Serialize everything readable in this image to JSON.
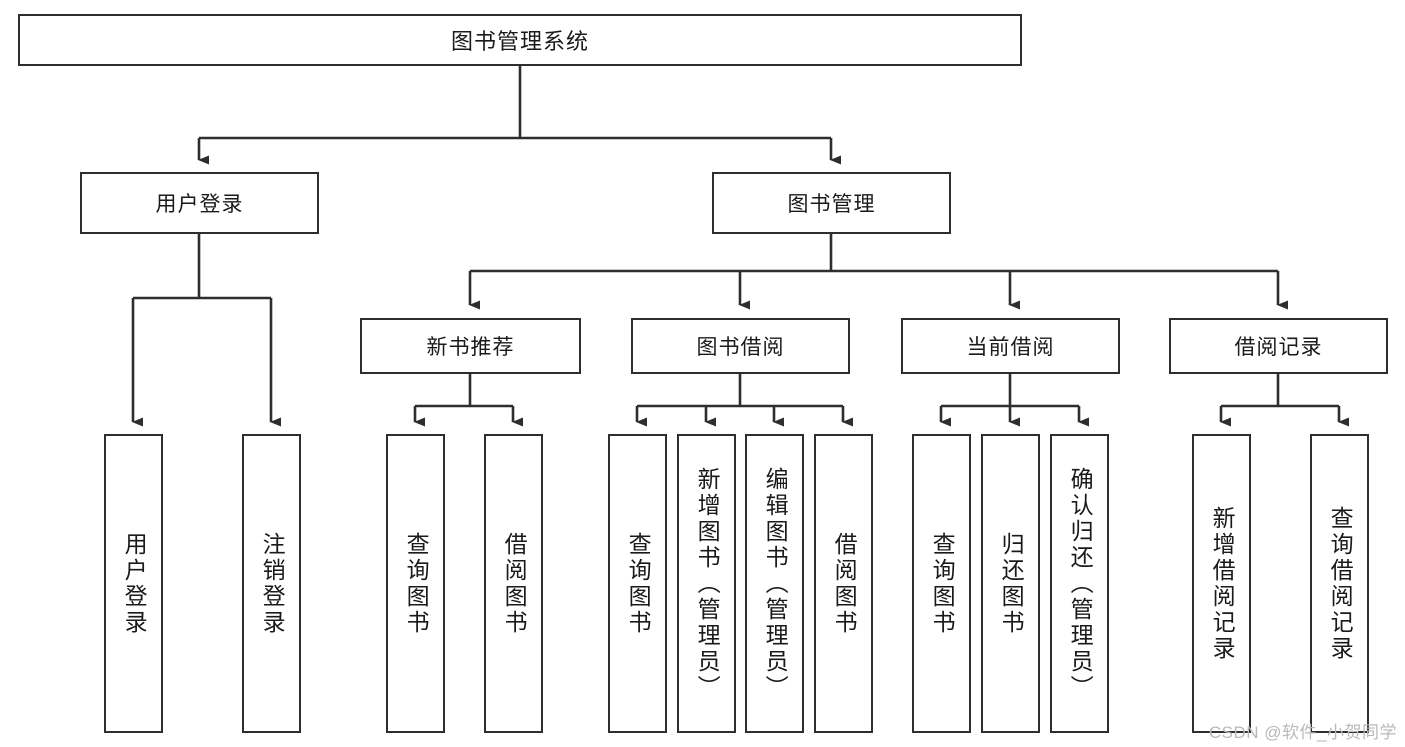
{
  "diagram": {
    "title": "图书管理系统",
    "type": "tree",
    "style": {
      "box_fill": "#ffffff",
      "box_stroke": "#2e2e2e",
      "text_color": "#1a1a1a",
      "watermark_color": "#b9b9b9"
    },
    "root": {
      "label": "图书管理系统"
    },
    "level2": [
      {
        "id": "user-login",
        "label": "用户登录"
      },
      {
        "id": "book-manage",
        "label": "图书管理"
      }
    ],
    "level3": [
      {
        "id": "new-book-rec",
        "label": "新书推荐",
        "parent": "book-manage"
      },
      {
        "id": "book-borrow",
        "label": "图书借阅",
        "parent": "book-manage"
      },
      {
        "id": "current-borrow",
        "label": "当前借阅",
        "parent": "book-manage"
      },
      {
        "id": "borrow-record",
        "label": "借阅记录",
        "parent": "book-manage"
      }
    ],
    "leaves": [
      {
        "id": "leaf-user-login",
        "label": "用户登录",
        "parent": "user-login"
      },
      {
        "id": "leaf-user-logout",
        "label": "注销登录",
        "parent": "user-login"
      },
      {
        "id": "leaf-query-book-1",
        "label": "查询图书",
        "parent": "new-book-rec"
      },
      {
        "id": "leaf-borrow-book-1",
        "label": "借阅图书",
        "parent": "new-book-rec"
      },
      {
        "id": "leaf-query-book-2",
        "label": "查询图书",
        "parent": "book-borrow"
      },
      {
        "id": "leaf-add-book",
        "label": "新增图书（管理员）",
        "parent": "book-borrow"
      },
      {
        "id": "leaf-edit-book",
        "label": "编辑图书（管理员）",
        "parent": "book-borrow"
      },
      {
        "id": "leaf-borrow-book-2",
        "label": "借阅图书",
        "parent": "book-borrow"
      },
      {
        "id": "leaf-query-book-3",
        "label": "查询图书",
        "parent": "current-borrow"
      },
      {
        "id": "leaf-return-book",
        "label": "归还图书",
        "parent": "current-borrow"
      },
      {
        "id": "leaf-confirm-return",
        "label": "确认归还（管理员）",
        "parent": "current-borrow"
      },
      {
        "id": "leaf-add-record",
        "label": "新增借阅记录",
        "parent": "borrow-record"
      },
      {
        "id": "leaf-query-record",
        "label": "查询借阅记录",
        "parent": "borrow-record"
      }
    ],
    "watermark": "CSDN @软件_小贺同学"
  }
}
